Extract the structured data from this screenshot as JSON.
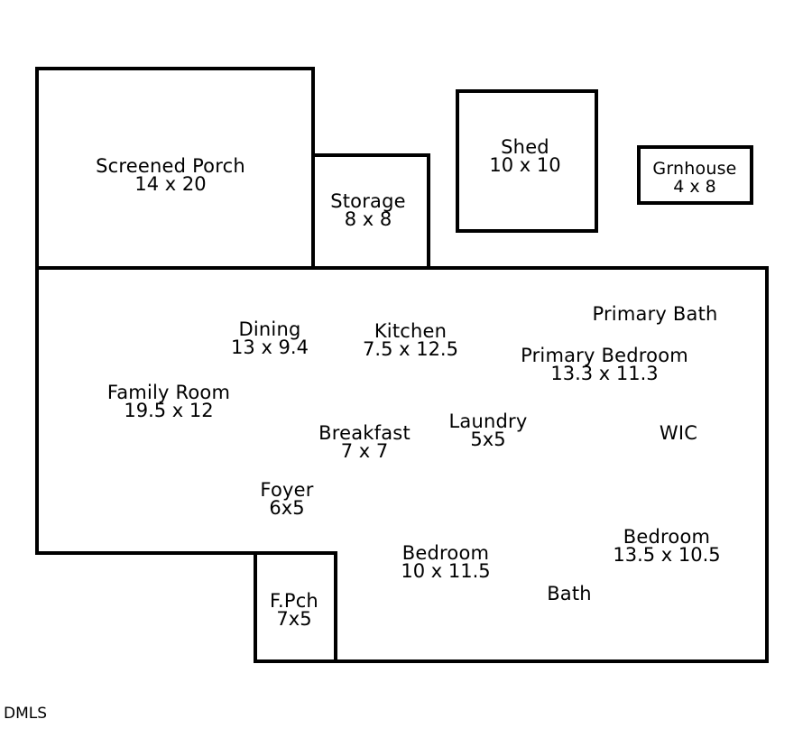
{
  "colors": {
    "wall": "#000000",
    "background": "#ffffff",
    "text": "#000000"
  },
  "rooms": {
    "screened_porch": {
      "name": "Screened Porch",
      "size": "14 x 20"
    },
    "storage": {
      "name": "Storage",
      "size": "8 x 8"
    },
    "shed": {
      "name": "Shed",
      "size": "10 x 10"
    },
    "greenhouse": {
      "name": "Grnhouse",
      "size": "4 x 8"
    },
    "dining": {
      "name": "Dining",
      "size": "13 x 9.4"
    },
    "kitchen": {
      "name": "Kitchen",
      "size": "7.5 x 12.5"
    },
    "primary_bath": {
      "name": "Primary Bath"
    },
    "primary_bedroom": {
      "name": "Primary Bedroom",
      "size": "13.3 x 11.3"
    },
    "family_room": {
      "name": "Family Room",
      "size": "19.5 x 12"
    },
    "breakfast": {
      "name": "Breakfast",
      "size": "7 x 7"
    },
    "laundry": {
      "name": "Laundry",
      "size": "5x5"
    },
    "wic": {
      "name": "WIC"
    },
    "foyer": {
      "name": "Foyer",
      "size": "6x5"
    },
    "bedroom_2": {
      "name": "Bedroom",
      "size": "10 x 11.5"
    },
    "bedroom_3": {
      "name": "Bedroom",
      "size": "13.5 x 10.5"
    },
    "bath": {
      "name": "Bath"
    },
    "front_porch": {
      "name": "F.Pch",
      "size": "7x5"
    }
  },
  "logo": {
    "text": "DMLS"
  }
}
